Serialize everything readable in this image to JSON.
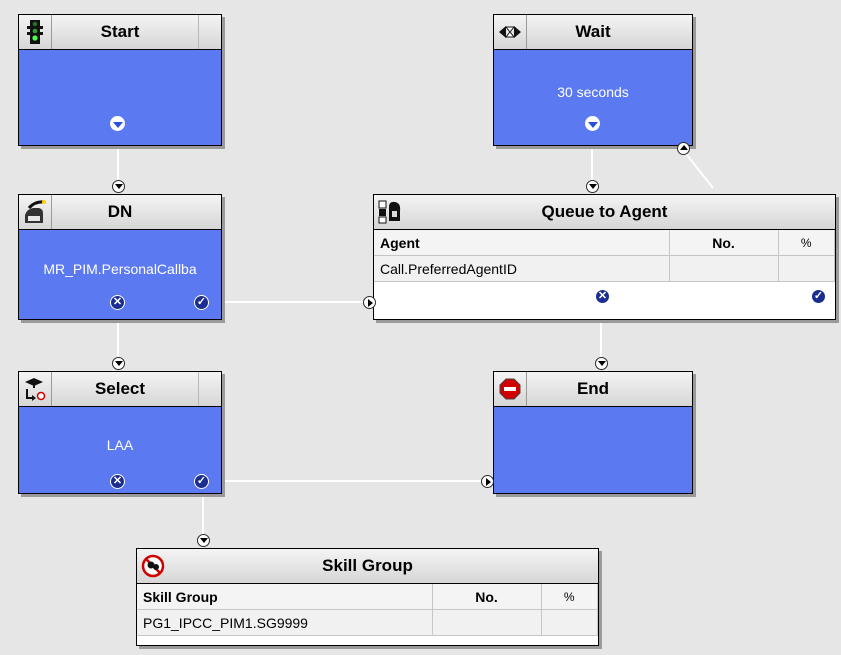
{
  "nodes": {
    "start": {
      "title": "Start",
      "value": ""
    },
    "wait": {
      "title": "Wait",
      "value": "30 seconds"
    },
    "dn": {
      "title": "DN",
      "value": "MR_PIM.PersonalCallba"
    },
    "select": {
      "title": "Select",
      "value": "LAA"
    },
    "end": {
      "title": "End",
      "value": ""
    }
  },
  "queue_to_agent": {
    "title": "Queue to Agent",
    "headers": [
      "Agent",
      "No.",
      "%"
    ],
    "rows": [
      [
        "Call.PreferredAgentID",
        "",
        ""
      ]
    ]
  },
  "skill_group": {
    "title": "Skill Group",
    "headers": [
      "Skill Group",
      "No.",
      "%"
    ],
    "rows": [
      [
        "PG1_IPCC_PIM1.SG9999",
        "",
        ""
      ]
    ]
  },
  "icons": {
    "start": "traffic-light-icon",
    "wait": "hourglass-icon",
    "dn": "telephone-icon",
    "queue": "queue-agent-icon",
    "select": "select-tree-icon",
    "end": "stop-sign-icon",
    "skill_group": "skill-group-icon",
    "success": "checkmark-icon",
    "failure": "x-icon"
  },
  "colors": {
    "node_body": "#5b79f0",
    "header": "#dcdcdc",
    "background": "#e6e6e6",
    "port": "#1b2e8f"
  }
}
